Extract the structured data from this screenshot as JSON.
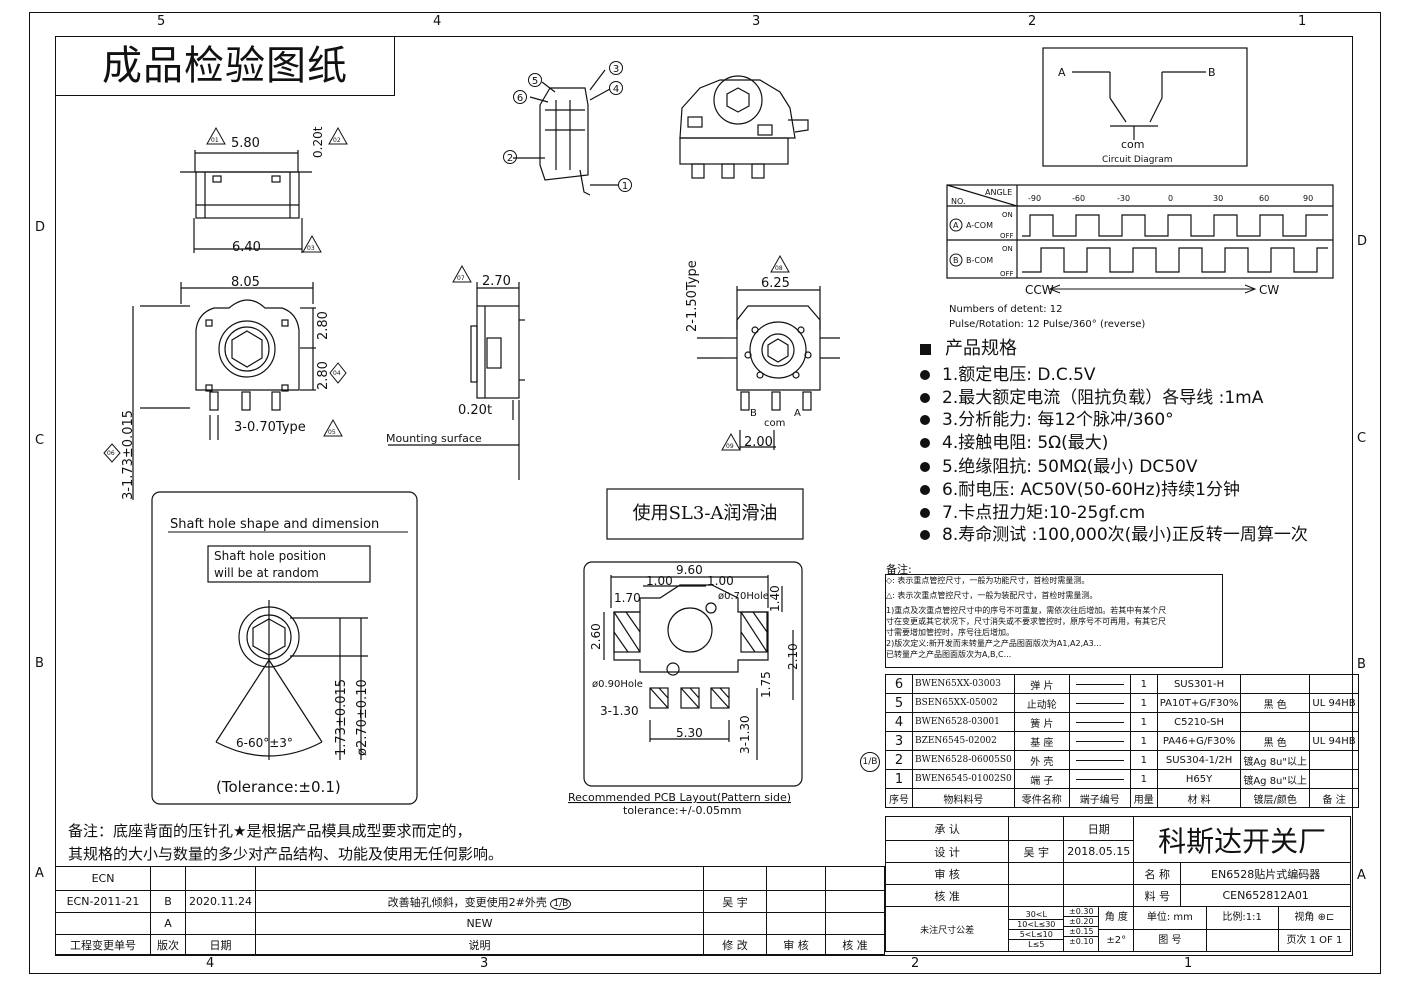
{
  "title": "成品检验图纸",
  "zones_top": [
    "5",
    "4",
    "3",
    "2",
    "1"
  ],
  "zones_bottom": [
    "4",
    "3",
    "2",
    "1"
  ],
  "zones_side": [
    "D",
    "C",
    "B",
    "A"
  ],
  "dims": {
    "top_width": "5.80",
    "top_thk": "0.20t",
    "base_width": "6.40",
    "front_width": "8.05",
    "front_h1": "2.80",
    "front_h2": "2.80",
    "pin_pitch": "3-0.70Type",
    "pin_len": "3-1.73±0.015",
    "side_w": "2.70",
    "side_thk": "0.20t",
    "mounting": "Mounting surface",
    "back_w": "6.25",
    "back_h": "2-1.50Type",
    "back_pitch": "2.00",
    "back_com": "com",
    "tri_labels": [
      "01",
      "02",
      "03",
      "04",
      "05",
      "06",
      "07",
      "08",
      "09"
    ]
  },
  "callouts": [
    "1",
    "2",
    "3",
    "4",
    "5",
    "6"
  ],
  "circuit": {
    "a": "A",
    "b": "B",
    "com": "com",
    "label": "Circuit Diagram"
  },
  "timing": {
    "angle": "ANGLE",
    "no": "NO.",
    "angles": [
      "-90",
      "-60",
      "-30",
      "0",
      "30",
      "60",
      "90"
    ],
    "row_a": "A-COM",
    "row_b": "B-COM",
    "a_no": "A",
    "b_no": "B",
    "on": "ON",
    "off": "OFF",
    "ccw": "CCW",
    "cw": "CW",
    "detent": "Numbers of detent: 12",
    "pulse": "Pulse/Rotation: 12 Pulse/360° (reverse)"
  },
  "specs": {
    "heading": "产品规格",
    "items": [
      "1.额定电压:  D.C.5V",
      "2.最大额定电流（阻抗负载）各导线 :1mA",
      "3.分析能力:   每12个脉冲/360°",
      "4.接触电阻:   5Ω(最大)",
      "5.绝缘阻抗:   50MΩ(最小)  DC50V",
      "6.耐电压:   AC50V(50-60Hz)持续1分钟",
      "7.卡点扭力矩:10-25gf.cm",
      "8.寿命测试 :100,000次(最小)正反转一周算一次"
    ]
  },
  "lube": "使用SL3-A润滑油",
  "shaft": {
    "title": "Shaft hole shape and dimension",
    "note1": "Shaft hole position",
    "note2": "will be at random",
    "angle": "6-60°±3°",
    "d1": "1.73±0.015",
    "d2": "ø2.70±0.10",
    "tol": "(Tolerance:±0.1)"
  },
  "pcb": {
    "w": "9.60",
    "a": "1.00",
    "b": "1.00",
    "c": "1.70",
    "hole": "ø0.70Hole",
    "h1": "1.40",
    "h2": "2.60",
    "h3": "2.10",
    "h4": "1.75",
    "hole2": "ø0.90Hole",
    "pads": "3-1.30",
    "span": "5.30",
    "pads2": "3-1.30",
    "caption": "Recommended PCB Layout(Pattern side)",
    "tol": "tolerance:+/-0.05mm"
  },
  "notes_title": "备注:",
  "notes": [
    ": 表示重点管控尺寸，一般为功能尺寸，首检时需量测。",
    ": 表示次重点管控尺寸，一般为装配尺寸，首检时需量测。",
    "1)重点及次重点管控尺寸中的序号不可重复，需依次往后增加。若其中有某个尺",
    "寸在变更或其它状况下，尺寸消失或不要求管控时，原序号不可再用，有其它尺",
    "寸需要增加管控时，序号往后增加。",
    "2)版次定义:新开发而未转量产之产品图面版次为A1,A2,A3...",
    "已转量产之产品图面版次为A,B,C..."
  ],
  "bom_rev": "1/B",
  "bom": [
    {
      "no": "6",
      "code": "BWEN65XX-03003",
      "name": "弹 片",
      "mat": "SUS301-H",
      "qty": "1",
      "color": "",
      "std": ""
    },
    {
      "no": "5",
      "code": "BSEN65XX-05002",
      "name": "止动轮",
      "mat": "PA10T+G/F30%",
      "qty": "1",
      "color": "黑 色",
      "std": "UL 94HB"
    },
    {
      "no": "4",
      "code": "BWEN6528-03001",
      "name": "簧 片",
      "mat": "C5210-SH",
      "qty": "1",
      "color": "",
      "std": ""
    },
    {
      "no": "3",
      "code": "BZEN6545-02002",
      "name": "基 座",
      "mat": "PA46+G/F30%",
      "qty": "1",
      "color": "黑 色",
      "std": "UL 94HB"
    },
    {
      "no": "2",
      "code": "BWEN6528-06005S0",
      "name": "外 壳",
      "mat": "SUS304-1/2H",
      "qty": "1",
      "color": "镀Ag 8u\"以上",
      "std": ""
    },
    {
      "no": "1",
      "code": "BWEN6545-01002S0",
      "name": "端 子",
      "mat": "H65Y",
      "qty": "1",
      "color": "镀Ag 8u\"以上",
      "std": ""
    }
  ],
  "bom_header": [
    "序号",
    "物料料号",
    "零件名称",
    "端子编号",
    "用量",
    "材 料",
    "镀层/颜色",
    "备 注"
  ],
  "bottom_notes": [
    "备注：底座背面的压针孔★是根据产品模具成型要求而定的，",
    "其规格的大小与数量的多少对产品结构、功能及使用无任何影响。"
  ],
  "title_block": {
    "approve": "承   认",
    "date_lbl": "日期",
    "design": "设   计",
    "designer": "吴 宇",
    "design_date": "2018.05.15",
    "check": "审   核",
    "verify": "核   准",
    "company": "科斯达开关厂",
    "name_lbl": "名   称",
    "name": "EN6528贴片式编码器",
    "part_lbl": "料   号",
    "part": "CEN652812A01",
    "tol_lbl": "未注尺寸公差",
    "tol_rows": [
      [
        "30<L",
        "±0.30"
      ],
      [
        "10<L≤30",
        "±0.20"
      ],
      [
        "5<L≤10",
        "±0.15"
      ],
      [
        "L≤5",
        "±0.10"
      ]
    ],
    "angle_lbl": "角 度",
    "angle_val": "±2°",
    "unit": "单位: mm",
    "scale": "比例:1:1",
    "view": "视角",
    "drawing_lbl": "图   号",
    "page": "页次 1 OF 1"
  },
  "revisions": [
    {
      "ecn": "ECN-2011-21",
      "rev": "B",
      "date": "2020.11.24",
      "desc": "改善轴孔倾斜，变更使用2#外壳",
      "mark": "1/B",
      "by": "吴 宇"
    },
    {
      "ecn": "",
      "rev": "A",
      "date": "",
      "desc": "NEW",
      "mark": "",
      "by": ""
    }
  ],
  "rev_header": [
    "工程变更单号",
    "版次",
    "日期",
    "说明",
    "修 改",
    "审 核",
    "核 准"
  ]
}
